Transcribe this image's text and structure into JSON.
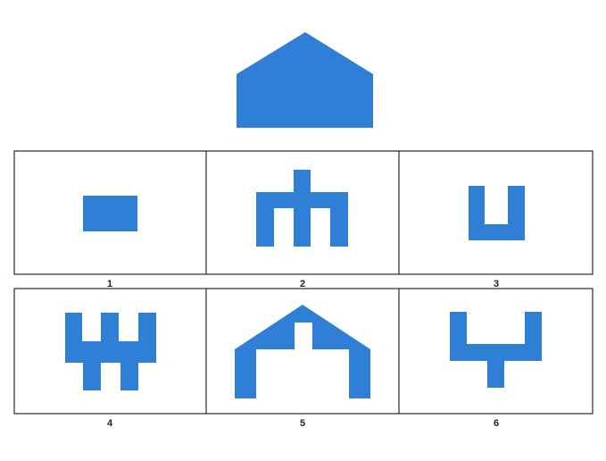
{
  "puzzle": {
    "shape_color": "#2f7fd6",
    "line_color": "#2b2b2b",
    "target_shape": "house-pentagon",
    "options": [
      {
        "label": "1",
        "shape": "rectangle"
      },
      {
        "label": "2",
        "shape": "trident"
      },
      {
        "label": "3",
        "shape": "u-shape"
      },
      {
        "label": "4",
        "shape": "three-prong-comb"
      },
      {
        "label": "5",
        "shape": "house-frame"
      },
      {
        "label": "6",
        "shape": "y-cup"
      }
    ]
  }
}
